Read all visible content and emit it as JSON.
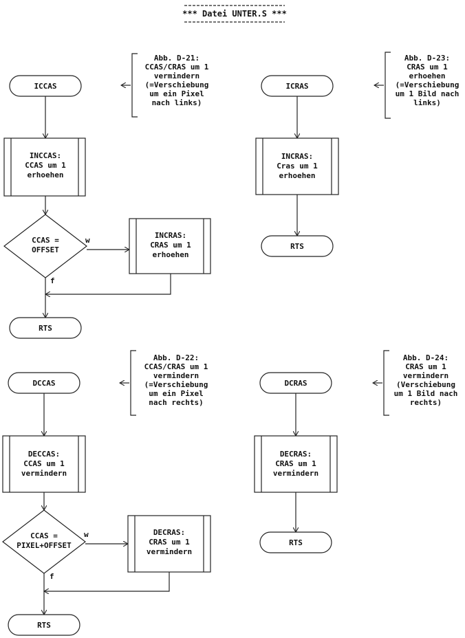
{
  "header": {
    "title": "*** Datei UNTER.S ***"
  },
  "flows": {
    "iccas": {
      "start": "ICCAS",
      "proc1": [
        "INCCAS:",
        "CCAS um 1",
        "erhoehen"
      ],
      "decision": [
        "CCAS =",
        "OFFSET"
      ],
      "yes": "w",
      "no": "f",
      "proc2": [
        "INCRAS:",
        "CRAS um 1",
        "erhoehen"
      ],
      "end": "RTS",
      "note": [
        "Abb. D-21:",
        "CCAS/CRAS um 1",
        "vermindern",
        "(=Verschiebung",
        "um ein Pixel",
        "nach links)"
      ]
    },
    "icras": {
      "start": "ICRAS",
      "proc1": [
        "INCRAS:",
        "Cras um 1",
        "erhoehen"
      ],
      "end": "RTS",
      "note": [
        "Abb. D-23:",
        "CRAS um 1",
        "erhoehen",
        "(=Verschiebung",
        "um 1 Bild nach",
        "links)"
      ]
    },
    "dccas": {
      "start": "DCCAS",
      "proc1": [
        "DECCAS:",
        "CCAS um 1",
        "vermindern"
      ],
      "decision": [
        "CCAS =",
        "PIXEL+OFFSET"
      ],
      "yes": "w",
      "no": "f",
      "proc2": [
        "DECRAS:",
        "CRAS um 1",
        "vermindern"
      ],
      "end": "RTS",
      "note": [
        "Abb. D-22:",
        "CCAS/CRAS um 1",
        "vermindern",
        "(=Verschiebung",
        "um ein Pixel",
        "nach rechts)"
      ]
    },
    "dcras": {
      "start": "DCRAS",
      "proc1": [
        "DECRAS:",
        "CRAS um 1",
        "vermindern"
      ],
      "end": "RTS",
      "note": [
        "Abb. D-24:",
        "CRAS um 1",
        "vermindern",
        "(Verschiebung",
        "um 1 Bild nach",
        "rechts)"
      ]
    }
  }
}
